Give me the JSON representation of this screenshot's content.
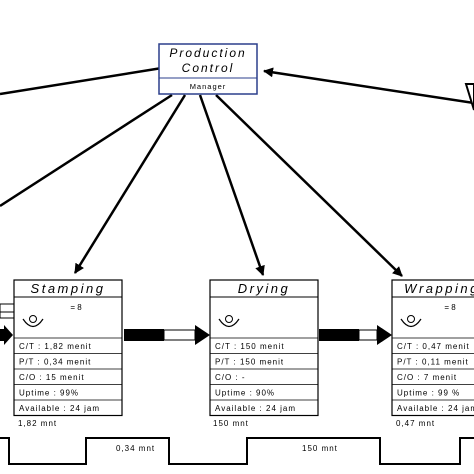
{
  "production_control": {
    "title_line1": "Production",
    "title_line2": "Control",
    "subtitle": "Manager"
  },
  "processes": [
    {
      "name": "Stamping",
      "operators": "= 8",
      "rows": [
        "C/T : 1,82 menit",
        "P/T : 0,34 menit",
        "C/O : 15 menit",
        "Uptime : 99%",
        "Available : 24 jam"
      ]
    },
    {
      "name": "Drying",
      "operators": "",
      "rows": [
        "C/T : 150 menit",
        "P/T : 150 menit",
        "C/O : -",
        "Uptime : 90%",
        "Available : 24 jam"
      ]
    },
    {
      "name": "Wrapping",
      "operators": "= 8",
      "rows": [
        "C/T : 0,47 menit",
        "P/T : 0,11 menit",
        "C/O : 7 menit",
        "Uptime : 99 %",
        "Available : 24 jam"
      ]
    }
  ],
  "timeline": {
    "process_times": [
      "1,82 mnt",
      "150 mnt",
      "0,47 mnt"
    ],
    "wait_times": [
      "0,34 mnt",
      "150 mnt"
    ]
  },
  "colors": {
    "pc_border": "#2b3f8c",
    "line": "#000000",
    "push_arrow_fill": "#ffffff"
  }
}
